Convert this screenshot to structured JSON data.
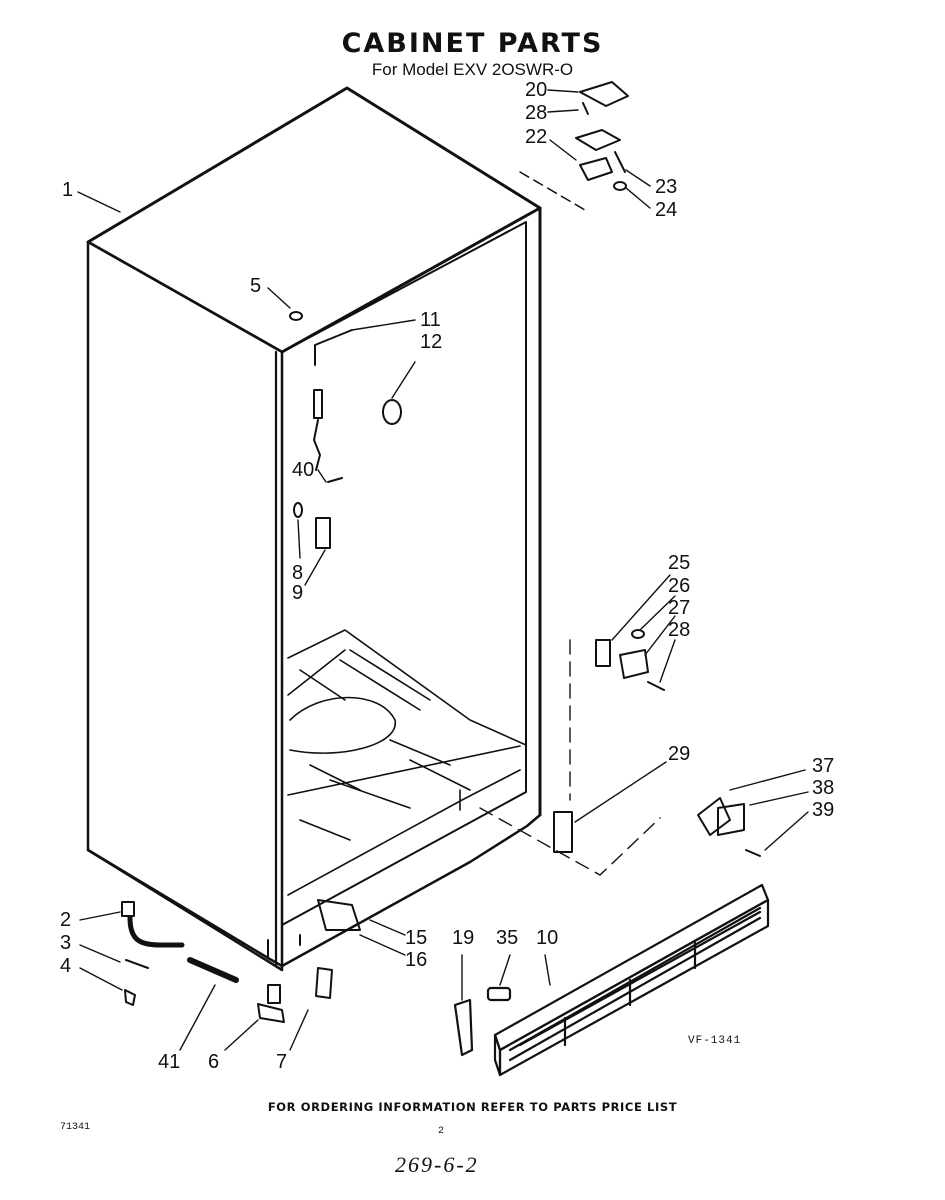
{
  "header": {
    "title": "CABINET  PARTS",
    "subtitle": "For Model  EXV 2OSWR-O"
  },
  "callouts": [
    "20",
    "28",
    "22",
    "23",
    "24",
    "1",
    "5",
    "11",
    "12",
    "40",
    "8",
    "9",
    "25",
    "26",
    "27",
    "28",
    "29",
    "37",
    "38",
    "39",
    "2",
    "3",
    "4",
    "15",
    "16",
    "19",
    "35",
    "10",
    "41",
    "6",
    "7"
  ],
  "diagram_code": "VF-1341",
  "footer": {
    "note": "FOR ORDERING INFORMATION REFER TO PARTS PRICE LIST",
    "form_number": "71341",
    "page_number": "2",
    "handwritten": "269-6-2"
  },
  "colors": {
    "ink": "#111111",
    "paper": "#ffffff"
  }
}
